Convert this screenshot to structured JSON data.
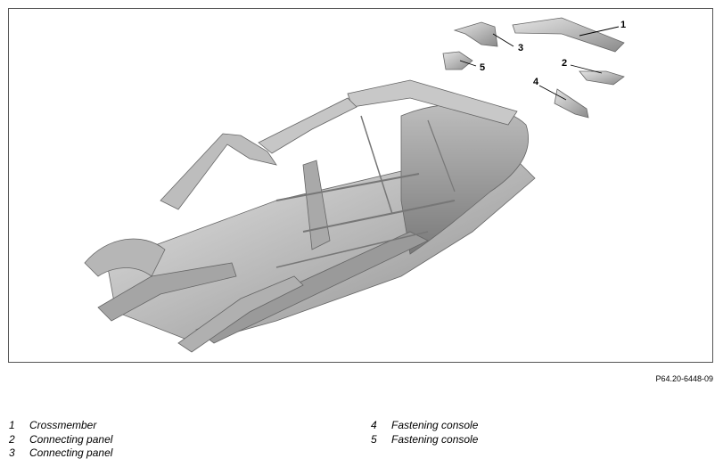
{
  "figure": {
    "callouts": [
      "1",
      "2",
      "3",
      "4",
      "5"
    ],
    "reference_code": "P64.20-6448-09"
  },
  "legend": {
    "left": [
      {
        "num": "1",
        "label": "Crossmember"
      },
      {
        "num": "2",
        "label": "Connecting panel"
      },
      {
        "num": "3",
        "label": "Connecting panel"
      }
    ],
    "right": [
      {
        "num": "4",
        "label": "Fastening console"
      },
      {
        "num": "5",
        "label": "Fastening console"
      }
    ]
  }
}
